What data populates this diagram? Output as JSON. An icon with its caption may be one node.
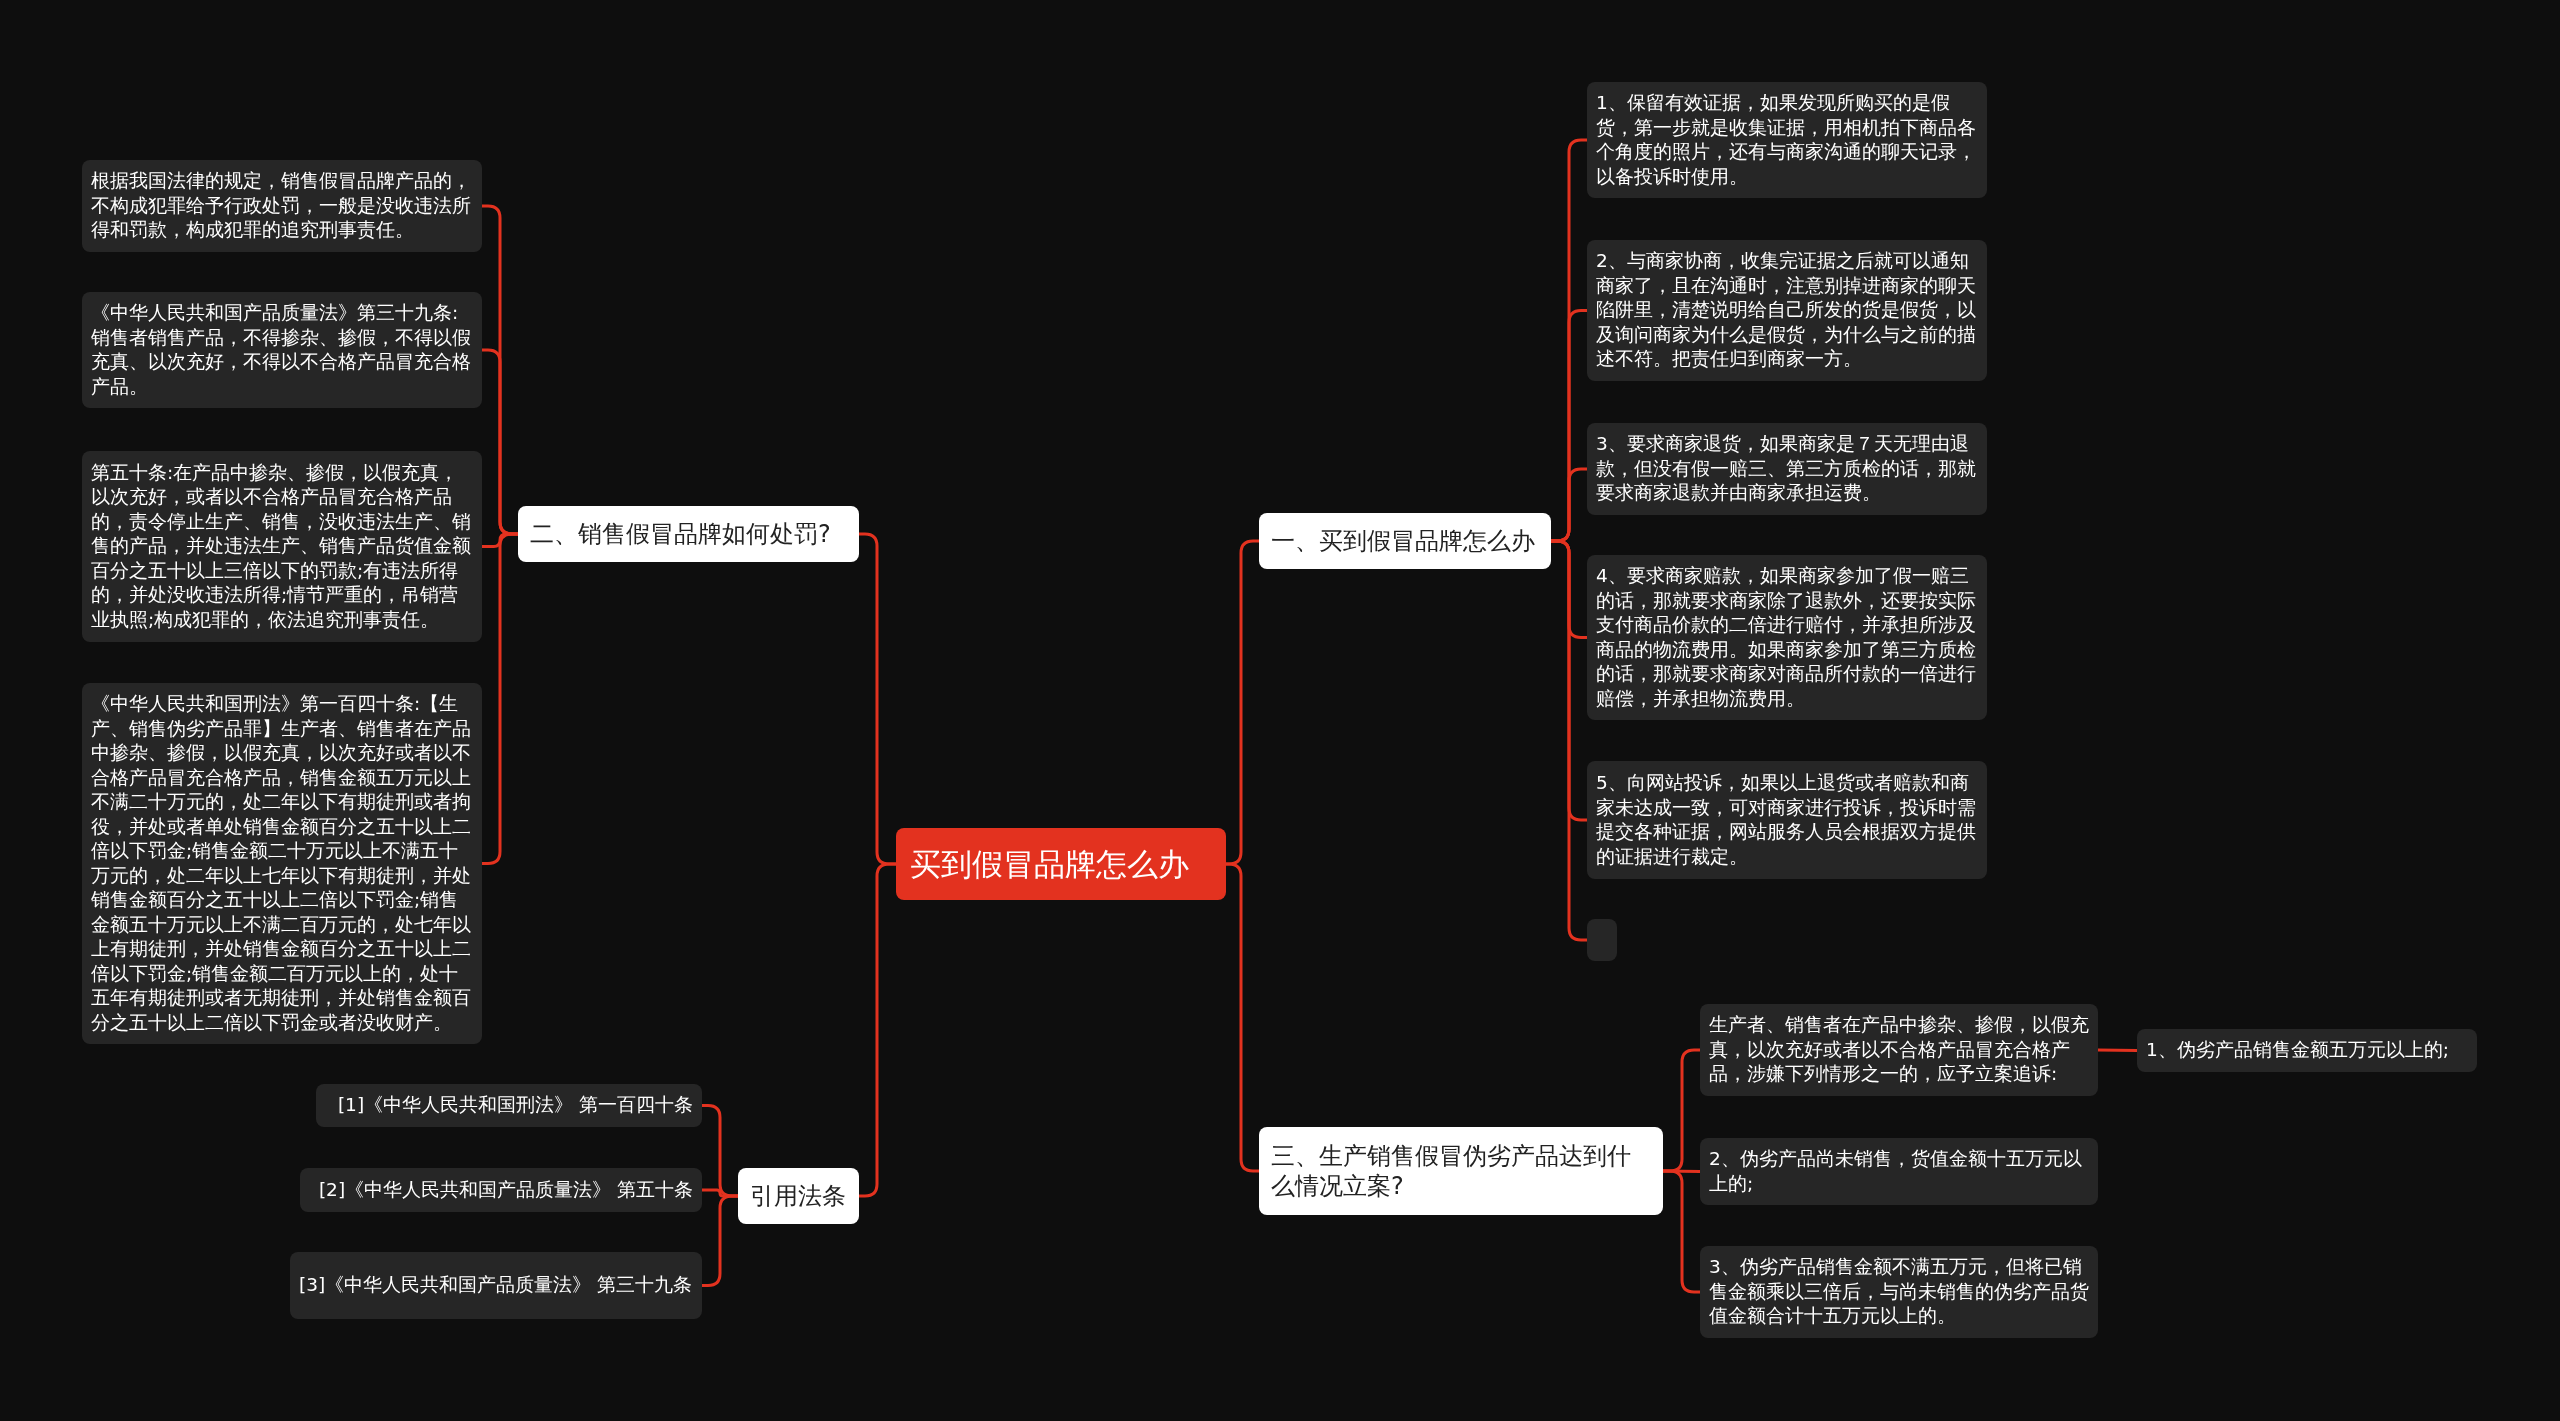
{
  "diagram": {
    "nodes": [
      {
        "text": [
          "买到假冒品牌怎么办"
        ]
      },
      {
        "text": [
          "一、买到假冒品牌怎么办"
        ]
      },
      {
        "text": [
          "1、保留有效证据，如果发现所购买的是假货，第一步就是收集证据，用相机拍下商品各个角度的照片，还有与商家沟通的聊天记录，以备投诉时使用。"
        ]
      },
      {
        "text": [
          "2、与商家协商，收集完证据之后就可以通知商家了，且在沟通时，注意别掉进商家的聊天陷阱里，清楚说明给自己所发的货是假货，以及询问商家为什么是假货，为什么与之前的描述不符。把责任归到商家一方。"
        ]
      },
      {
        "text": [
          "3、要求商家退货，如果商家是７天无理由退款，但没有假一赔三、第三方质检的话，那就要求商家退款并由商家承担运费。"
        ]
      },
      {
        "text": [
          "4、要求商家赔款，如果商家参加了假一赔三的话，那就要求商家除了退款外，还要按实际支付商品价款的二倍进行赔付，并承担所涉及商品的物流费用。如果商家参加了第三方质检的话，那就要求商家对商品所付款的一倍进行赔偿，并承担物流费用。"
        ]
      },
      {
        "text": [
          "5、向网站投诉，如果以上退货或者赔款和商家未达成一致，可对商家进行投诉，投诉时需提交各种证据，网站服务人员会根据双方提供的证据进行裁定。"
        ]
      },
      {
        "text": [],
        "shape": "box"
      },
      {
        "text": [
          "三、生产销售假冒伪劣产品达到什么情况立案?"
        ]
      },
      {
        "text": [
          "生产者、销售者在产品中掺杂、掺假，以假充真，以次充好或者以不合格产品冒充合格产品，涉嫌下列情形之一的，应予立案追诉:"
        ]
      },
      {
        "text": [
          "1、伪劣产品销售金额五万元以上的;"
        ]
      },
      {
        "text": [
          "2、伪劣产品尚未销售，货值金额十五万元以上的;"
        ]
      },
      {
        "text": [
          "3、伪劣产品销售金额不满五万元，但将已销售金额乘以三倍后，与尚未销售的伪劣产品货值金额合计十五万元以上的。"
        ]
      },
      {
        "text": [
          "二、销售假冒品牌如何处罚?"
        ]
      },
      {
        "text": [
          "根据我国法律的规定，销售假冒品牌产品的，不构成犯罪给予行政处罚，一般是没收违法所得和罚款，构成犯罪的追究刑事责任。"
        ]
      },
      {
        "text": [
          "《中华人民共和国产品质量法》第三十九条:销售者销售产品，不得掺杂、掺假，不得以假充真、以次充好，不得以不合格产品冒充合格产品。"
        ]
      },
      {
        "text": [
          "第五十条:在产品中掺杂、掺假，以假充真，以次充好，或者以不合格产品冒充合格产品的，责令停止生产、销售，没收违法生产、销售的产品，并处违法生产、销售产品货值金额百分之五十以上三倍以下的罚款;有违法所得的，并处没收违法所得;情节严重的，吊销营业执照;构成犯罪的，依法追究刑事责任。"
        ]
      },
      {
        "text": [
          "《中华人民共和国刑法》第一百四十条:【生产、销售伪劣产品罪】生产者、销售者在产品中掺杂、掺假，以假充真，以次充好或者以不合格产品冒充合格产品，销售金额五万元以上不满二十万元的，处二年以下有期徒刑或者拘役，并处或者单处销售金额百分之五十以上二倍以下罚金;销售金额二十万元以上不满五十万元的，处二年以上七年以下有期徒刑，并处销售金额百分之五十以上二倍以下罚金;销售金额五十万元以上不满二百万元的，处七年以上有期徒刑，并处销售金额百分之五十以上二倍以下罚金;销售金额二百万元以上的，处十五年有期徒刑或者无期徒刑，并处销售金额百分之五十以上二倍以下罚金或者没收财产。"
        ]
      },
      {
        "text": [
          "引用法条"
        ]
      },
      {
        "text": [
          "[1]《中华人民共和国刑法》 第一百四十条"
        ]
      },
      {
        "text": [
          "[2]《中华人民共和国产品质量法》 第五十条"
        ]
      },
      {
        "text": [
          "[3]《中华人民共和国产品质量法》 第三十九条"
        ]
      }
    ],
    "edges": [
      {
        "from": 0,
        "to": 1,
        "arrow": "none"
      },
      {
        "from": 1,
        "to": 2,
        "arrow": "none"
      },
      {
        "from": 1,
        "to": 3,
        "arrow": "none"
      },
      {
        "from": 1,
        "to": 4,
        "arrow": "none"
      },
      {
        "from": 1,
        "to": 5,
        "arrow": "none"
      },
      {
        "from": 1,
        "to": 6,
        "arrow": "none"
      },
      {
        "from": 1,
        "to": 7,
        "arrow": "none"
      },
      {
        "from": 0,
        "to": 8,
        "arrow": "none"
      },
      {
        "from": 8,
        "to": 9,
        "arrow": "none"
      },
      {
        "from": 9,
        "to": 10,
        "arrow": "none"
      },
      {
        "from": 8,
        "to": 11,
        "arrow": "none"
      },
      {
        "from": 8,
        "to": 12,
        "arrow": "none"
      },
      {
        "from": 0,
        "to": 13,
        "arrow": "none"
      },
      {
        "from": 13,
        "to": 14,
        "arrow": "none"
      },
      {
        "from": 13,
        "to": 15,
        "arrow": "none"
      },
      {
        "from": 13,
        "to": 16,
        "arrow": "none"
      },
      {
        "from": 13,
        "to": 17,
        "arrow": "none"
      },
      {
        "from": 0,
        "to": 18,
        "arrow": "none"
      },
      {
        "from": 18,
        "to": 19,
        "arrow": "none"
      },
      {
        "from": 18,
        "to": 20,
        "arrow": "none"
      },
      {
        "from": 18,
        "to": 21,
        "arrow": "none"
      }
    ]
  }
}
